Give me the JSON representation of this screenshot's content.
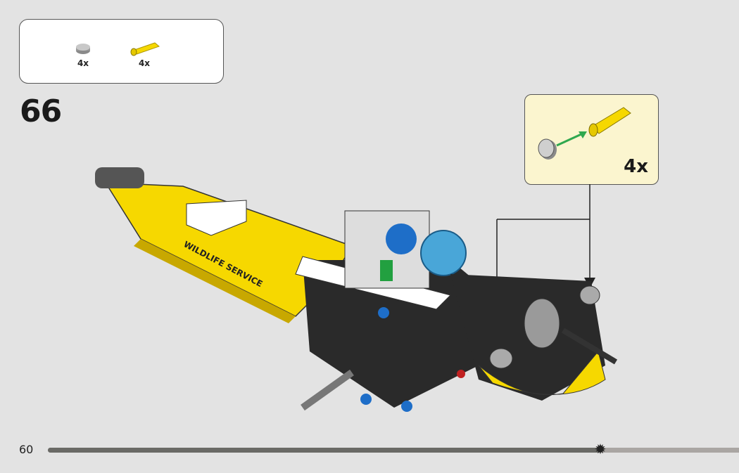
{
  "parts_list": {
    "items": [
      {
        "name": "round-tile-gray",
        "quantity": "4x"
      },
      {
        "name": "axle-pin-yellow",
        "quantity": "4x"
      }
    ]
  },
  "step": {
    "number": "66"
  },
  "sub_assembly_callout": {
    "quantity": "4x"
  },
  "model": {
    "decal_text": "WILDLIFE SERVICE"
  },
  "footer": {
    "page_number": "60",
    "progress_fraction": 0.8
  },
  "colors": {
    "yellow": "#f6d800",
    "gray": "#9a9a9a",
    "dark": "#2a2a2a",
    "blue": "#1e6ec8",
    "green_arrow": "#2fa84f"
  }
}
